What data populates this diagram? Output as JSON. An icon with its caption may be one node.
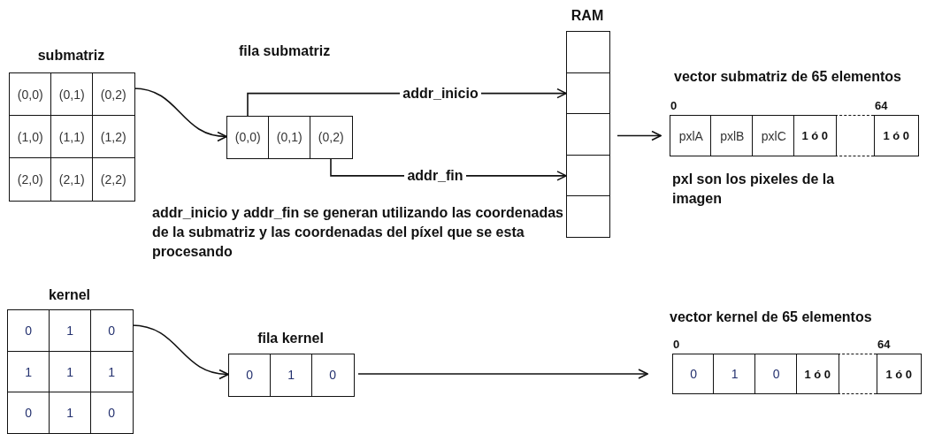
{
  "diagram": {
    "nodes": [
      {
        "text": [
          "submatriz"
        ]
      },
      {
        "text": [
          "(0,0)"
        ],
        "in": 0
      },
      {
        "text": [
          "(0,1)"
        ],
        "in": 0
      },
      {
        "text": [
          "(0,2)"
        ],
        "in": 0
      },
      {
        "text": [
          "(1,0)"
        ],
        "in": 0
      },
      {
        "text": [
          "(1,1)"
        ],
        "in": 0
      },
      {
        "text": [
          "(1,2)"
        ],
        "in": 0
      },
      {
        "text": [
          "(2,0)"
        ],
        "in": 0
      },
      {
        "text": [
          "(2,1)"
        ],
        "in": 0
      },
      {
        "text": [
          "(2,2)"
        ],
        "in": 0
      },
      {
        "text": [
          "fila submatriz"
        ]
      },
      {
        "text": [
          "(0,0)"
        ],
        "in": 10
      },
      {
        "text": [
          "(0,1)"
        ],
        "in": 10
      },
      {
        "text": [
          "(0,2)"
        ],
        "in": 10
      },
      {
        "text": [
          "RAM"
        ]
      },
      {
        "text": [],
        "shape": "box",
        "in": 14
      },
      {
        "text": [],
        "shape": "box",
        "in": 14
      },
      {
        "text": [],
        "shape": "box",
        "in": 14
      },
      {
        "text": [],
        "shape": "box",
        "in": 14
      },
      {
        "text": [],
        "shape": "box",
        "in": 14
      },
      {
        "text": [
          "vector submatriz de 65 elementos"
        ]
      },
      {
        "text": [
          "pxlA"
        ],
        "in": 20,
        "beside": [
          "0"
        ]
      },
      {
        "text": [
          "pxlB"
        ],
        "in": 20
      },
      {
        "text": [
          "pxlC"
        ],
        "in": 20
      },
      {
        "text": [
          "1 ó 0"
        ],
        "in": 20
      },
      {
        "text": [],
        "shape": "box",
        "in": 20
      },
      {
        "text": [
          "1 ó 0"
        ],
        "in": 20,
        "beside": [
          "64"
        ]
      },
      {
        "text": [
          "kernel"
        ]
      },
      {
        "text": [
          "0"
        ],
        "in": 27
      },
      {
        "text": [
          "1"
        ],
        "in": 27
      },
      {
        "text": [
          "0"
        ],
        "in": 27
      },
      {
        "text": [
          "1"
        ],
        "in": 27
      },
      {
        "text": [
          "1"
        ],
        "in": 27
      },
      {
        "text": [
          "1"
        ],
        "in": 27
      },
      {
        "text": [
          "0"
        ],
        "in": 27
      },
      {
        "text": [
          "1"
        ],
        "in": 27
      },
      {
        "text": [
          "0"
        ],
        "in": 27
      },
      {
        "text": [
          "fila kernel"
        ]
      },
      {
        "text": [
          "0"
        ],
        "in": 37
      },
      {
        "text": [
          "1"
        ],
        "in": 37
      },
      {
        "text": [
          "0"
        ],
        "in": 37
      },
      {
        "text": [
          "vector kernel de 65 elementos"
        ]
      },
      {
        "text": [
          "0"
        ],
        "in": 41,
        "beside": [
          "0"
        ]
      },
      {
        "text": [
          "1"
        ],
        "in": 41
      },
      {
        "text": [
          "0"
        ],
        "in": 41
      },
      {
        "text": [
          "1 ó 0"
        ],
        "in": 41
      },
      {
        "text": [],
        "shape": "box",
        "in": 41
      },
      {
        "text": [
          "1 ó 0"
        ],
        "in": 41,
        "beside": [
          "64"
        ]
      }
    ],
    "edges": [
      {
        "from": 0,
        "to": 10,
        "arrow": "to"
      },
      {
        "from": 11,
        "to": 16,
        "arrow": "to",
        "label": "addr_inicio"
      },
      {
        "from": 13,
        "to": 18,
        "arrow": "to",
        "label": "addr_fin"
      },
      {
        "from": 14,
        "to": 20,
        "arrow": "to"
      },
      {
        "from": 27,
        "to": 37,
        "arrow": "to"
      },
      {
        "from": 37,
        "to": 41,
        "arrow": "to"
      }
    ],
    "labels": [
      "pxl son los pixeles de la imagen",
      "addr_inicio y addr_fin se generan utilizando las coordenadas de la submatriz y las coordenadas del píxel que se esta procesando"
    ]
  }
}
